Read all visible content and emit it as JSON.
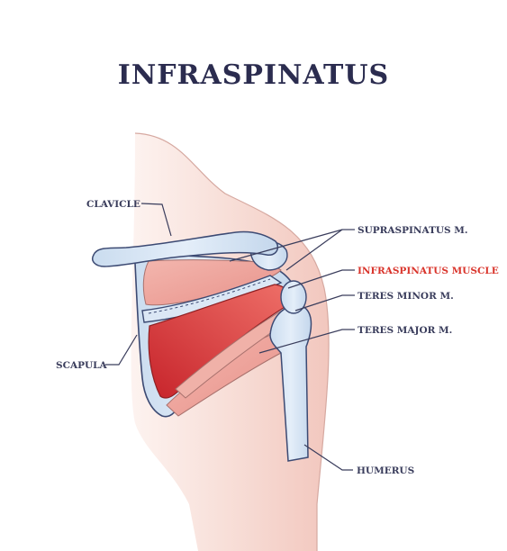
{
  "title": "INFRASPINATUS",
  "labels": {
    "clavicle": "CLAVICLE",
    "supraspinatus": "SUPRASPINATUS M.",
    "infraspinatus": "INFRASPINATUS MUSCLE",
    "teres_minor": "TERES MINOR M.",
    "teres_major": "TERES MAJOR M.",
    "scapula": "SCAPULA",
    "humerus": "HUMERUS"
  },
  "colors": {
    "title": "#2b2c4f",
    "label": "#3a3d5c",
    "highlight_label": "#d9342b",
    "skin": "#f6dcd6",
    "bone": "#d5e4f3",
    "bone_outline": "#3c4a73",
    "muscle": "#eea39c",
    "infraspinatus": "#d93a3a"
  }
}
